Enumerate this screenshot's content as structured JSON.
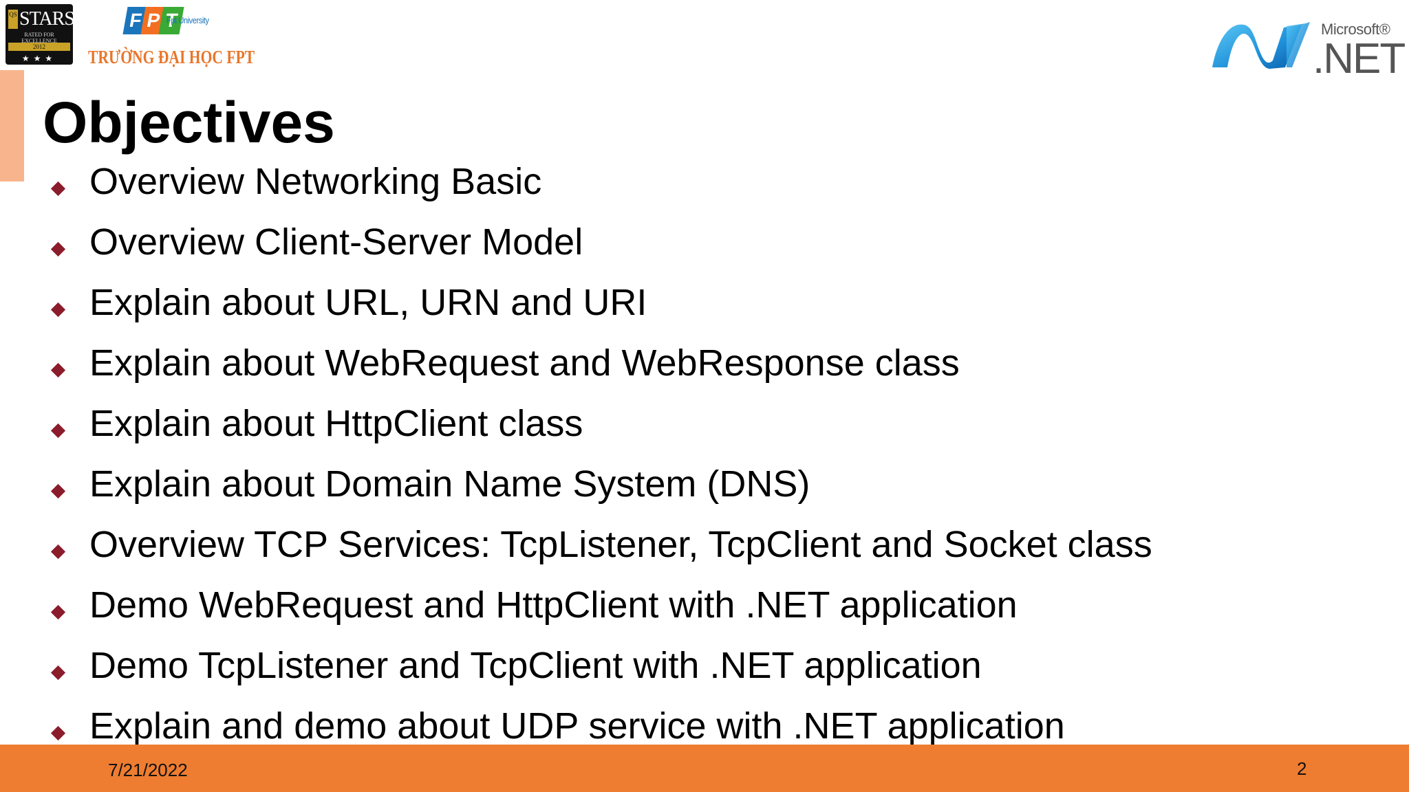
{
  "header": {
    "stars_logo": {
      "badge": "QS",
      "word": "STARS",
      "subtitle": "RATED FOR EXCELLENCE",
      "year": "2012",
      "stars": "★★★"
    },
    "fpt_logo": {
      "letters": [
        "F",
        "P",
        "T"
      ],
      "tagline": "Fpt University",
      "school_name": "TRƯỜNG ĐẠI HỌC FPT"
    },
    "net_logo": {
      "brand": "Microsoft®",
      "word": ".NET"
    }
  },
  "slide": {
    "title": "Objectives",
    "bullets": [
      "Overview Networking Basic",
      "Overview Client-Server Model",
      "Explain about URL, URN and URI",
      "Explain about WebRequest and WebResponse class",
      "Explain about HttpClient class",
      "Explain about Domain Name System (DNS)",
      "Overview TCP Services: TcpListener, TcpClient and Socket class",
      "Demo WebRequest and HttpClient with .NET application",
      "Demo TcpListener and TcpClient with .NET application",
      "Explain and demo about UDP service with .NET application"
    ]
  },
  "footer": {
    "date": "7/21/2022",
    "page_number": "2"
  },
  "colors": {
    "footer_bg": "#ee7d31",
    "accent_bar": "#f8b58d",
    "bullet": "#8b1c2c",
    "fpt_orange": "#e8762b"
  }
}
